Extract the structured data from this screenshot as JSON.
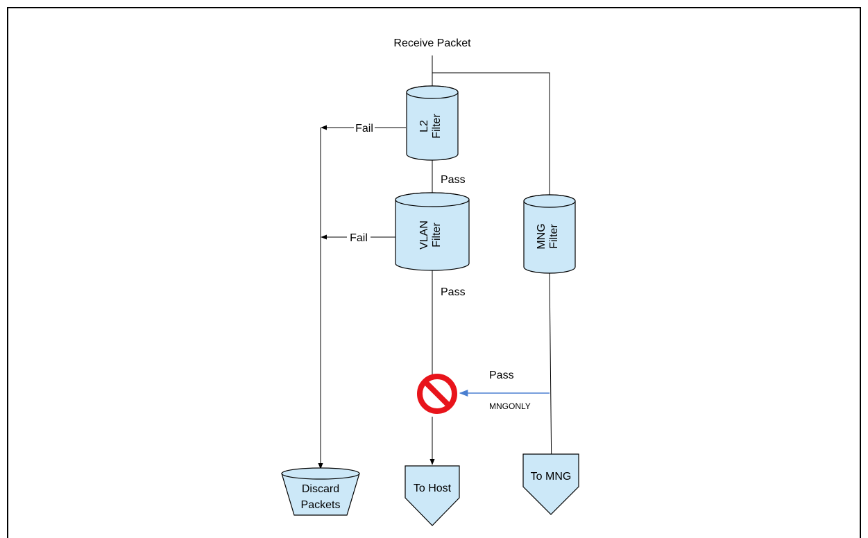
{
  "diagram": {
    "start_label": "Receive Packet",
    "l2_filter": {
      "line1": "L2",
      "line2": "Filter"
    },
    "vlan_filter": {
      "line1": "VLAN",
      "line2": "Filter"
    },
    "mng_filter": {
      "line1": "MNG",
      "line2": "Filter"
    },
    "edges": {
      "l2_fail": "Fail",
      "vlan_fail": "Fail",
      "l2_pass": "Pass",
      "vlan_pass": "Pass",
      "mng_pass": "Pass",
      "mngonly": "MNGONLY"
    },
    "discard": {
      "line1": "Discard",
      "line2": "Packets"
    },
    "to_host": "To Host",
    "to_mng": "To MNG"
  },
  "colors": {
    "shape_fill": "#cce8f8",
    "blocked_sign": "#e8141b",
    "mngonly_arrow": "#4a7fd0"
  }
}
